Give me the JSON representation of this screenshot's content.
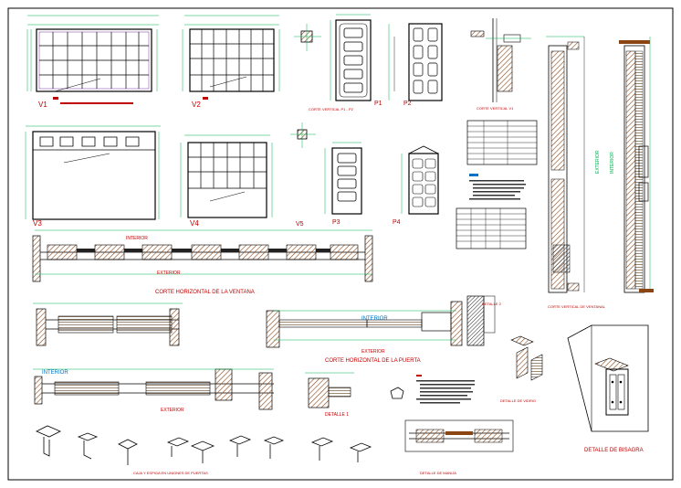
{
  "sheet": {
    "frame_color": "#000000",
    "palette": {
      "line": "#000000",
      "dim": "#00b050",
      "label": "#c00000",
      "note": "#0070c0",
      "accent": "#7030a0",
      "wood": "#8b4513"
    }
  },
  "labels": {
    "v1": "V1",
    "v2": "V2",
    "v3": "V3",
    "v4": "V4",
    "v5": "V5",
    "p1": "P1",
    "p2": "P2",
    "p3": "P3",
    "p4": "P4",
    "corte_vertical_p1_p2": "CORTE VERTICAL P1 - P2",
    "corte_vertical_v1": "CORTE VERTICAL V1",
    "corte_vertical_ventanal": "CORTE VERTICAL DE VENTANAL",
    "corte_horizontal_ventana": "CORTE HORIZONTAL DE LA VENTANA",
    "corte_horizontal_puerta": "CORTE HORIZONTAL DE LA PUERTA",
    "interior_1": "INTERIOR",
    "interior_2": "INTERIOR",
    "interior_3": "INTERIOR",
    "interior_vertical": "INTERIOR",
    "exterior_1": "EXTERIOR",
    "exterior_2": "EXTERIOR",
    "exterior_3": "EXTERIOR",
    "exterior_vertical": "EXTERIOR",
    "detalle_1": "DETALLE 1",
    "detalle_2": "DETALLE 2",
    "detalle_bisagra": "DETALLE DE BISAGRA",
    "detalle_manija": "DETALLE DE MANIJA",
    "caja_espiga": "CAJA Y ESPIGA EN UNIONES DE PUERTAS",
    "detalle_vidrio": "DETALLE DE VIDRIO"
  }
}
